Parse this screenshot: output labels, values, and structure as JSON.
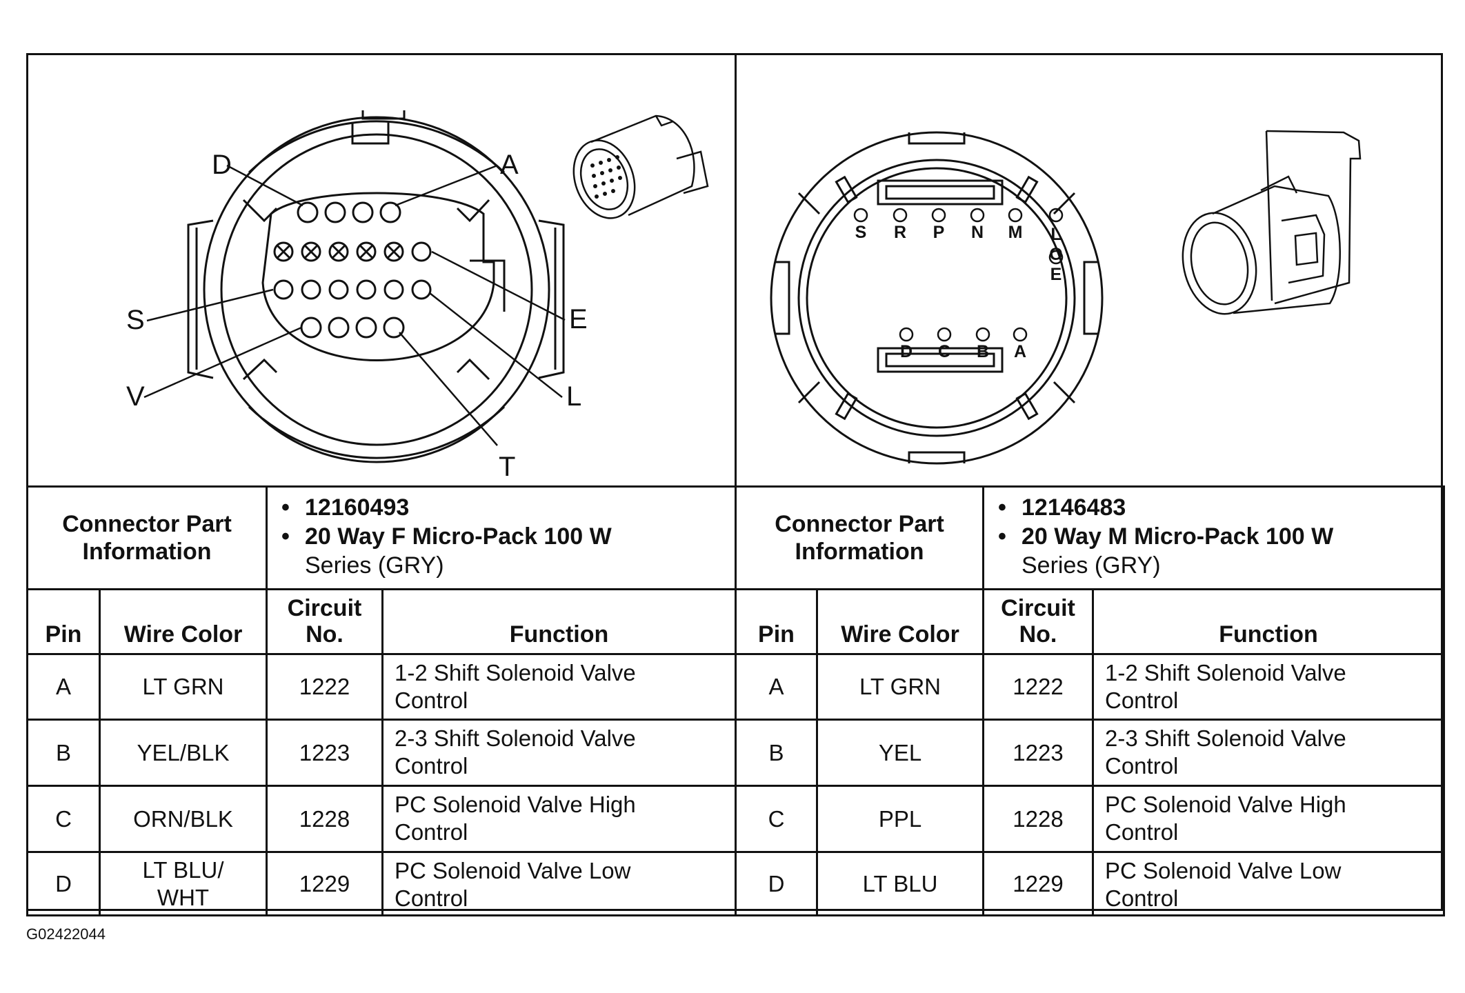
{
  "left": {
    "pin_callouts": [
      "D",
      "A",
      "S",
      "E",
      "V",
      "L",
      "T"
    ],
    "info_label": "Connector Part Information",
    "part_number": "12160493",
    "part_desc": "20 Way F Micro-Pack 100 W",
    "part_desc_cont": "Series (GRY)",
    "headers": {
      "pin": "Pin",
      "wire_color": "Wire Color",
      "circuit_1": "Circuit",
      "circuit_2": "No.",
      "function": "Function"
    },
    "rows": [
      {
        "pin": "A",
        "wire_1": "LT GRN",
        "wire_2": "",
        "circuit": "1222",
        "func_1": "1-2 Shift Solenoid Valve",
        "func_2": "Control"
      },
      {
        "pin": "B",
        "wire_1": "YEL/BLK",
        "wire_2": "",
        "circuit": "1223",
        "func_1": "2-3 Shift Solenoid Valve",
        "func_2": "Control"
      },
      {
        "pin": "C",
        "wire_1": "ORN/BLK",
        "wire_2": "",
        "circuit": "1228",
        "func_1": "PC Solenoid Valve High",
        "func_2": "Control"
      },
      {
        "pin": "D",
        "wire_1": "LT BLU/",
        "wire_2": "WHT",
        "circuit": "1229",
        "func_1": "PC Solenoid Valve Low",
        "func_2": "Control"
      }
    ]
  },
  "right": {
    "top_pins": [
      "S",
      "R",
      "P",
      "N",
      "M"
    ],
    "side_pin": [
      "L",
      "O",
      "E"
    ],
    "bottom_pins": [
      "D",
      "C",
      "B",
      "A"
    ],
    "info_label": "Connector Part Information",
    "part_number": "12146483",
    "part_desc": "20 Way M Micro-Pack 100 W",
    "part_desc_cont": "Series (GRY)",
    "headers": {
      "pin": "Pin",
      "wire_color": "Wire Color",
      "circuit_1": "Circuit",
      "circuit_2": "No.",
      "function": "Function"
    },
    "rows": [
      {
        "pin": "A",
        "wire_1": "LT GRN",
        "wire_2": "",
        "circuit": "1222",
        "func_1": "1-2 Shift Solenoid Valve",
        "func_2": "Control"
      },
      {
        "pin": "B",
        "wire_1": "YEL",
        "wire_2": "",
        "circuit": "1223",
        "func_1": "2-3 Shift Solenoid Valve",
        "func_2": "Control"
      },
      {
        "pin": "C",
        "wire_1": "PPL",
        "wire_2": "",
        "circuit": "1228",
        "func_1": "PC Solenoid Valve High",
        "func_2": "Control"
      },
      {
        "pin": "D",
        "wire_1": "LT BLU",
        "wire_2": "",
        "circuit": "1229",
        "func_1": "PC Solenoid Valve Low",
        "func_2": "Control"
      }
    ]
  },
  "figure_id": "G02422044"
}
